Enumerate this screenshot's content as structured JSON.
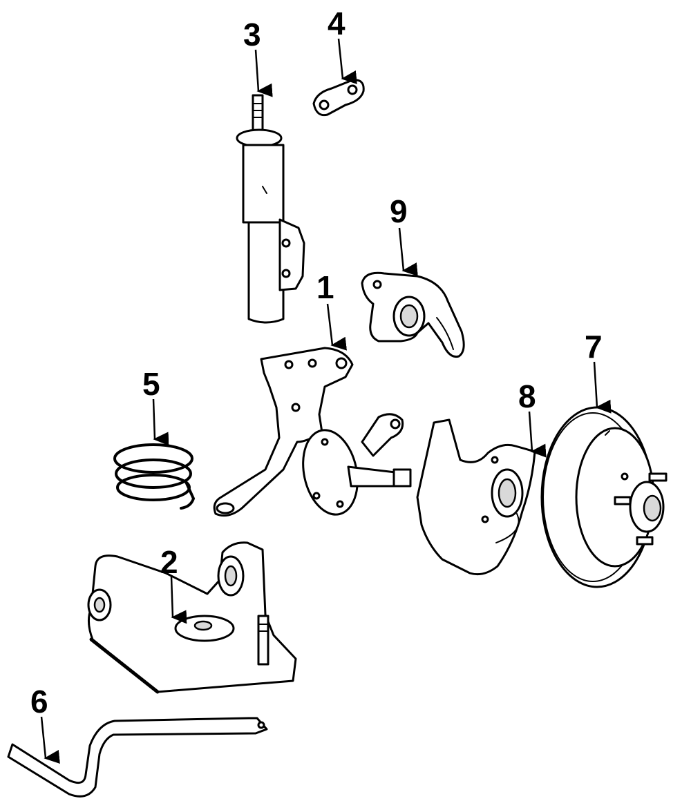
{
  "callouts": {
    "c1": "1",
    "c2": "2",
    "c3": "3",
    "c4": "4",
    "c5": "5",
    "c6": "6",
    "c7": "7",
    "c8": "8",
    "c9": "9"
  },
  "colors": {
    "line": "#000000",
    "background": "#ffffff",
    "shading": "#d9d9d9"
  }
}
